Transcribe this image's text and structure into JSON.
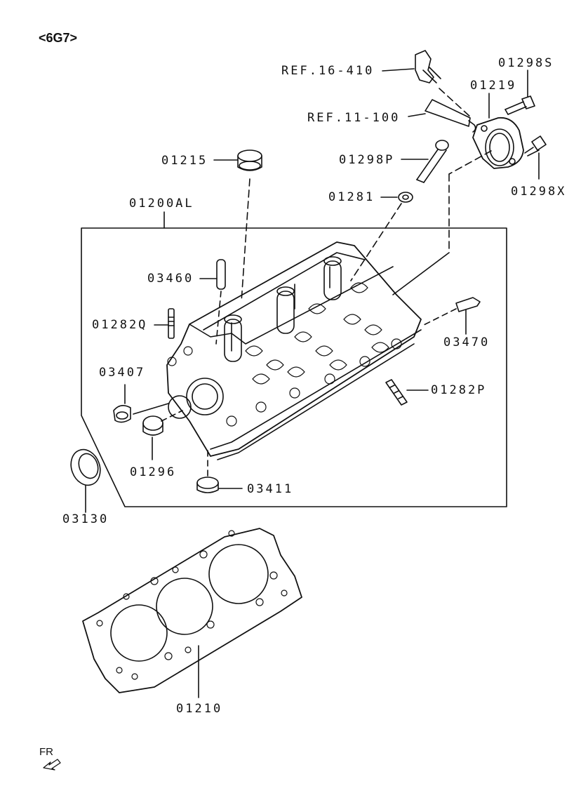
{
  "title": "<6G7>",
  "direction_label": "FR",
  "parts": [
    {
      "code": "REF.16-410"
    },
    {
      "code": "01298S"
    },
    {
      "code": "01219"
    },
    {
      "code": "REF.11-100"
    },
    {
      "code": "01215"
    },
    {
      "code": "01298P"
    },
    {
      "code": "01298X"
    },
    {
      "code": "01281"
    },
    {
      "code": "01200AL"
    },
    {
      "code": "03460"
    },
    {
      "code": "01282Q"
    },
    {
      "code": "03470"
    },
    {
      "code": "03407"
    },
    {
      "code": "01282P"
    },
    {
      "code": "01296"
    },
    {
      "code": "03411"
    },
    {
      "code": "03130"
    },
    {
      "code": "01210"
    }
  ]
}
